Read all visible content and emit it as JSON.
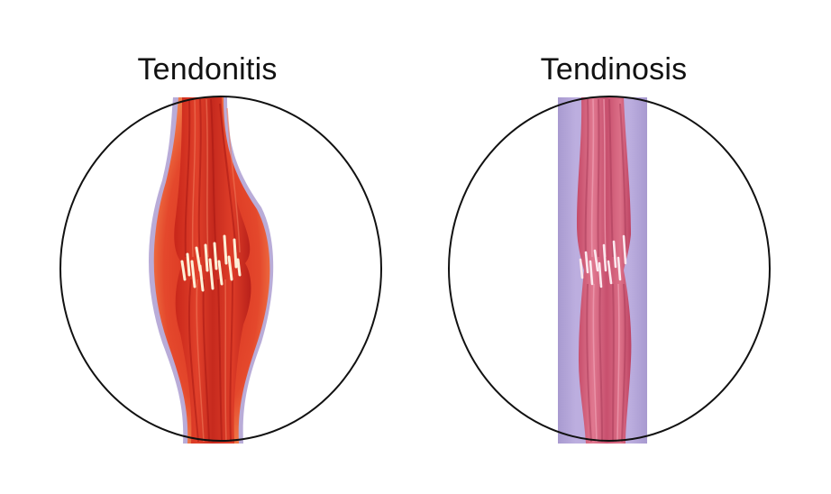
{
  "panels": [
    {
      "id": "tendonitis",
      "title": "Tendonitis",
      "tendon_color": "#d8321f",
      "tendon_dark": "#b81e17",
      "sheath_color": "#b8a8d8",
      "swelling_color": "#e84a2c"
    },
    {
      "id": "tendinosis",
      "title": "Tendinosis",
      "tendon_color": "#d4607a",
      "tendon_dark": "#b84460",
      "sheath_color": "#b5a6dc"
    }
  ],
  "outline_color": "#111111",
  "fiber_damage_color": "#fdf0d8"
}
